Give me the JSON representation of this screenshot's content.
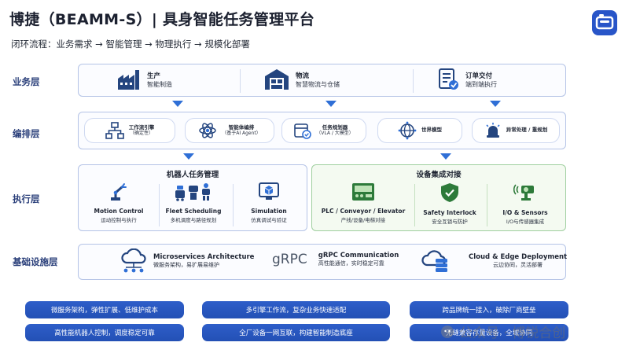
{
  "title": "博捷（BEAMM-S）| 具身智能任务管理平台",
  "subtitle": "闭环流程：业务需求 → 智能管理 → 物理执行 → 规模化部署",
  "layers": {
    "business": "业务层",
    "orchestration": "编排层",
    "execution": "执行层",
    "infrastructure": "基础设施层"
  },
  "business": [
    {
      "title": "生产",
      "sub": "智能制造",
      "icon": "factory-icon"
    },
    {
      "title": "物流",
      "sub": "智慧物流与仓储",
      "icon": "warehouse-icon"
    },
    {
      "title": "订单交付",
      "sub": "端到端执行",
      "icon": "checklist-icon"
    }
  ],
  "orchestration": [
    {
      "title": "工作流引擎",
      "sub": "（确定性）",
      "icon": "workflow-icon"
    },
    {
      "title": "智能体编排",
      "sub": "（基于AI Agent）",
      "icon": "atom-icon"
    },
    {
      "title": "任务规划器",
      "sub": "（VLA / 大模型）",
      "icon": "planner-icon"
    },
    {
      "title": "世界模型",
      "sub": "",
      "icon": "globe-icon"
    },
    {
      "title": "异常处理 / 重规划",
      "sub": "",
      "icon": "alarm-icon"
    }
  ],
  "robot_section": {
    "title": "机器人任务管理",
    "items": [
      {
        "title": "Motion Control",
        "sub": "运动控制与执行",
        "icon": "robot-arm-icon"
      },
      {
        "title": "Fleet Scheduling",
        "sub": "多机调度与路径规划",
        "icon": "robot-fleet-icon"
      },
      {
        "title": "Simulation",
        "sub": "仿真调试与验证",
        "icon": "monitor-cube-icon"
      }
    ]
  },
  "device_section": {
    "title": "设备集成对接",
    "items": [
      {
        "title": "PLC / Conveyor / Elevator",
        "sub": "产线/设备/电梯对接",
        "icon": "plc-icon"
      },
      {
        "title": "Safety Interlock",
        "sub": "安全互锁与防护",
        "icon": "shield-check-icon"
      },
      {
        "title": "I/O & Sensors",
        "sub": "I/O与传感器集成",
        "icon": "camera-sensor-icon"
      }
    ]
  },
  "infrastructure": [
    {
      "title": "Microservices Architecture",
      "sub": "微服务架构，易扩展易维护",
      "icon": "cloud-network-icon"
    },
    {
      "title": "gRPC Communication",
      "sub": "高性能通信，实时稳定可靠",
      "icon": "grpc-icon",
      "logo_text": "gRPC"
    },
    {
      "title": "Cloud & Edge Deployment",
      "sub": "云边协同，灵活部署",
      "icon": "cloud-server-icon"
    }
  ],
  "features": [
    "微服务架构，弹性扩展、低维护成本",
    "多引擎工作流，复杂业务快速适配",
    "跨品牌统一接入，破除厂商壁垒",
    "高性能机器人控制，调度稳定可靠",
    "全厂设备一网互联，构建智能制造底座",
    "无缝兼容存量设备，全域协同"
  ],
  "watermark": "公众号 · 博锐合创",
  "colors": {
    "accent": "#2f6fd6",
    "button": "#2656bd",
    "panel_border": "#b4c3e6",
    "green_border": "#9fcf9f",
    "label": "#2a3f7a"
  }
}
